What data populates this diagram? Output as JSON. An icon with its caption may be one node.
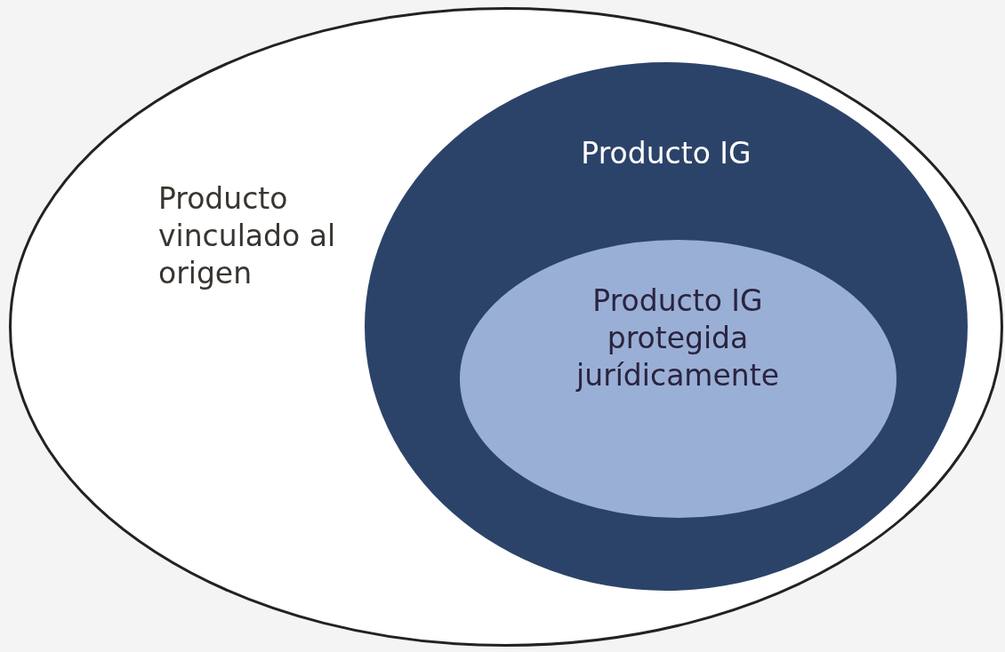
{
  "diagram": {
    "nodes": [
      {
        "text": [
          "Producto vinculado al origen"
        ]
      },
      {
        "text": [
          "Producto IG"
        ],
        "in": 0
      },
      {
        "text": [
          "Producto IG protegida jurídicamente"
        ],
        "in": 1
      }
    ]
  }
}
